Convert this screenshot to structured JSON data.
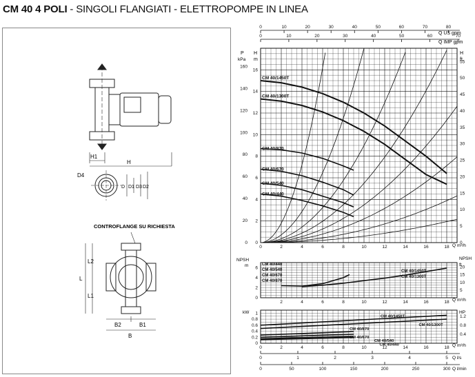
{
  "title": {
    "main": "CM 40 4 POLI",
    "rest": " - SINGOLI FLANGIATI - ELETTROPOMPE IN LINEA"
  },
  "drawing": {
    "dims_top": {
      "H1": "H1",
      "H": "H"
    },
    "dims_flange": {
      "D4": "D4",
      "D": "D",
      "D1": "D1",
      "D3": "D3",
      "D2": "D2"
    },
    "controflange_label": "CONTROFLANGE SU RICHIESTA",
    "dims_bottom": {
      "L": "L",
      "L1": "L1",
      "L2": "L2",
      "B2": "B2",
      "B1": "B1",
      "B": "B"
    }
  },
  "axes": {
    "top_us_label": "Q US gpm",
    "top_imp_label": "Q IMP gpm",
    "p_label": "P",
    "kpa_label": "kPa",
    "h_label_left": "H",
    "m_label_left": "m",
    "h_label_right": "H",
    "ft_label_right": "ft",
    "q_m3h": "Q m³/h",
    "npsh_label_left": "NPSH",
    "npsh_m": "m",
    "npsh_label_right": "NPSH",
    "npsh_ft": "ft",
    "kw_label": "kW",
    "hp_label": "HP",
    "q_ls": "Q l/s",
    "q_lmin": "Q l/min"
  },
  "chart_data": [
    {
      "type": "line",
      "title": "",
      "xlabel": "Q m³/h",
      "ylabel": "H m",
      "x_ticks": [
        "0",
        "2",
        "4",
        "6",
        "8",
        "10",
        "12",
        "14",
        "16",
        "18"
      ],
      "y_ticks_left_m": [
        "0",
        "2",
        "4",
        "6",
        "8",
        "10",
        "12",
        "14",
        "16"
      ],
      "y_ticks_left_kpa": [
        "0",
        "20",
        "40",
        "60",
        "80",
        "100",
        "120",
        "140",
        "160"
      ],
      "y_ticks_right_ft": [
        "0",
        "5",
        "10",
        "15",
        "20",
        "25",
        "30",
        "35",
        "40",
        "45",
        "50",
        "55"
      ],
      "top_ticks_us_gpm": [
        "0",
        "10",
        "20",
        "30",
        "40",
        "50",
        "60",
        "70",
        "80"
      ],
      "top_ticks_imp_gpm": [
        "0",
        "10",
        "20",
        "30",
        "40",
        "50",
        "60",
        "70"
      ],
      "xlim": [
        0,
        19
      ],
      "ylim": [
        0,
        18
      ],
      "series": [
        {
          "name": "CM 40/1450T",
          "x": [
            0,
            2,
            4,
            6,
            8,
            10,
            12,
            14,
            16,
            18
          ],
          "y": [
            15.0,
            14.8,
            14.4,
            13.8,
            13.0,
            12.0,
            10.8,
            9.4,
            8.0,
            6.4
          ]
        },
        {
          "name": "CM 40/1300T",
          "x": [
            0,
            2,
            4,
            6,
            8,
            10,
            12,
            14,
            16,
            18
          ],
          "y": [
            13.3,
            13.1,
            12.7,
            12.1,
            11.3,
            10.3,
            9.1,
            7.7,
            6.3,
            5.4
          ]
        },
        {
          "name": "CM 40/870",
          "x": [
            0,
            2,
            4,
            6,
            8,
            9
          ],
          "y": [
            8.7,
            8.6,
            8.3,
            7.8,
            7.1,
            6.7
          ]
        },
        {
          "name": "CM 40/670",
          "x": [
            0,
            2,
            4,
            6,
            8,
            9
          ],
          "y": [
            6.8,
            6.6,
            6.2,
            5.6,
            4.9,
            4.4
          ]
        },
        {
          "name": "CM 40/540",
          "x": [
            0,
            2,
            4,
            6,
            8,
            9
          ],
          "y": [
            5.5,
            5.3,
            4.9,
            4.3,
            3.7,
            3.3
          ]
        },
        {
          "name": "CM 40/440",
          "x": [
            0,
            2,
            4,
            6,
            8,
            9
          ],
          "y": [
            4.5,
            4.3,
            3.9,
            3.4,
            2.8,
            2.4
          ]
        }
      ]
    },
    {
      "type": "line",
      "title": "",
      "xlabel": "Q m³/h",
      "ylabel": "NPSH m",
      "x_ticks": [
        "2",
        "4",
        "6",
        "8",
        "10",
        "12",
        "14",
        "16",
        "18"
      ],
      "y_ticks_left_m": [
        "0",
        "2",
        "4",
        "6"
      ],
      "y_ticks_right_ft": [
        "5",
        "10",
        "15",
        "20"
      ],
      "xlim": [
        0,
        19
      ],
      "ylim": [
        0,
        7
      ],
      "legend_left": [
        "CM 40/440",
        "CM 40/540",
        "CM 40/670",
        "CM 40/870"
      ],
      "legend_right": [
        "CM 40/1450T",
        "CM 40/1300T"
      ],
      "series": [
        {
          "name": "CM 40/870",
          "x": [
            2,
            4,
            6,
            8,
            8.6
          ],
          "y": [
            2.4,
            2.3,
            2.8,
            4.0,
            4.6
          ]
        },
        {
          "name": "CM 40/1450T",
          "x": [
            4,
            6,
            8,
            10,
            12,
            14,
            16,
            18
          ],
          "y": [
            2.2,
            2.5,
            2.9,
            3.4,
            3.9,
            4.5,
            5.2,
            5.9
          ]
        }
      ]
    },
    {
      "type": "line",
      "title": "",
      "xlabel": "Q m³/h",
      "ylabel": "kW",
      "y_ticks_left_kw": [
        "0",
        "0.2",
        "0.4",
        "0.6",
        "0.8",
        "1"
      ],
      "y_ticks_right_hp": [
        "0.4",
        "0.8",
        "1.2"
      ],
      "bottom_ticks_ls": [
        "0",
        "1",
        "2",
        "3",
        "4",
        "5"
      ],
      "bottom_ticks_lmin": [
        "0",
        "50",
        "100",
        "150",
        "200",
        "250",
        "300"
      ],
      "xlim": [
        0,
        19
      ],
      "ylim": [
        0,
        1.1
      ],
      "series": [
        {
          "name": "CM 40/1450T",
          "x": [
            0,
            18
          ],
          "y": [
            0.6,
            0.93
          ]
        },
        {
          "name": "CM 40/1300T",
          "x": [
            0,
            18
          ],
          "y": [
            0.49,
            0.8
          ]
        },
        {
          "name": "CM 40/870",
          "x": [
            0,
            9
          ],
          "y": [
            0.27,
            0.39
          ]
        },
        {
          "name": "CM 40/670",
          "x": [
            0,
            9
          ],
          "y": [
            0.2,
            0.3
          ]
        },
        {
          "name": "CM 40/540",
          "x": [
            0,
            9
          ],
          "y": [
            0.15,
            0.23
          ]
        },
        {
          "name": "CM 40/440",
          "x": [
            0,
            9
          ],
          "y": [
            0.12,
            0.19
          ]
        }
      ]
    }
  ]
}
